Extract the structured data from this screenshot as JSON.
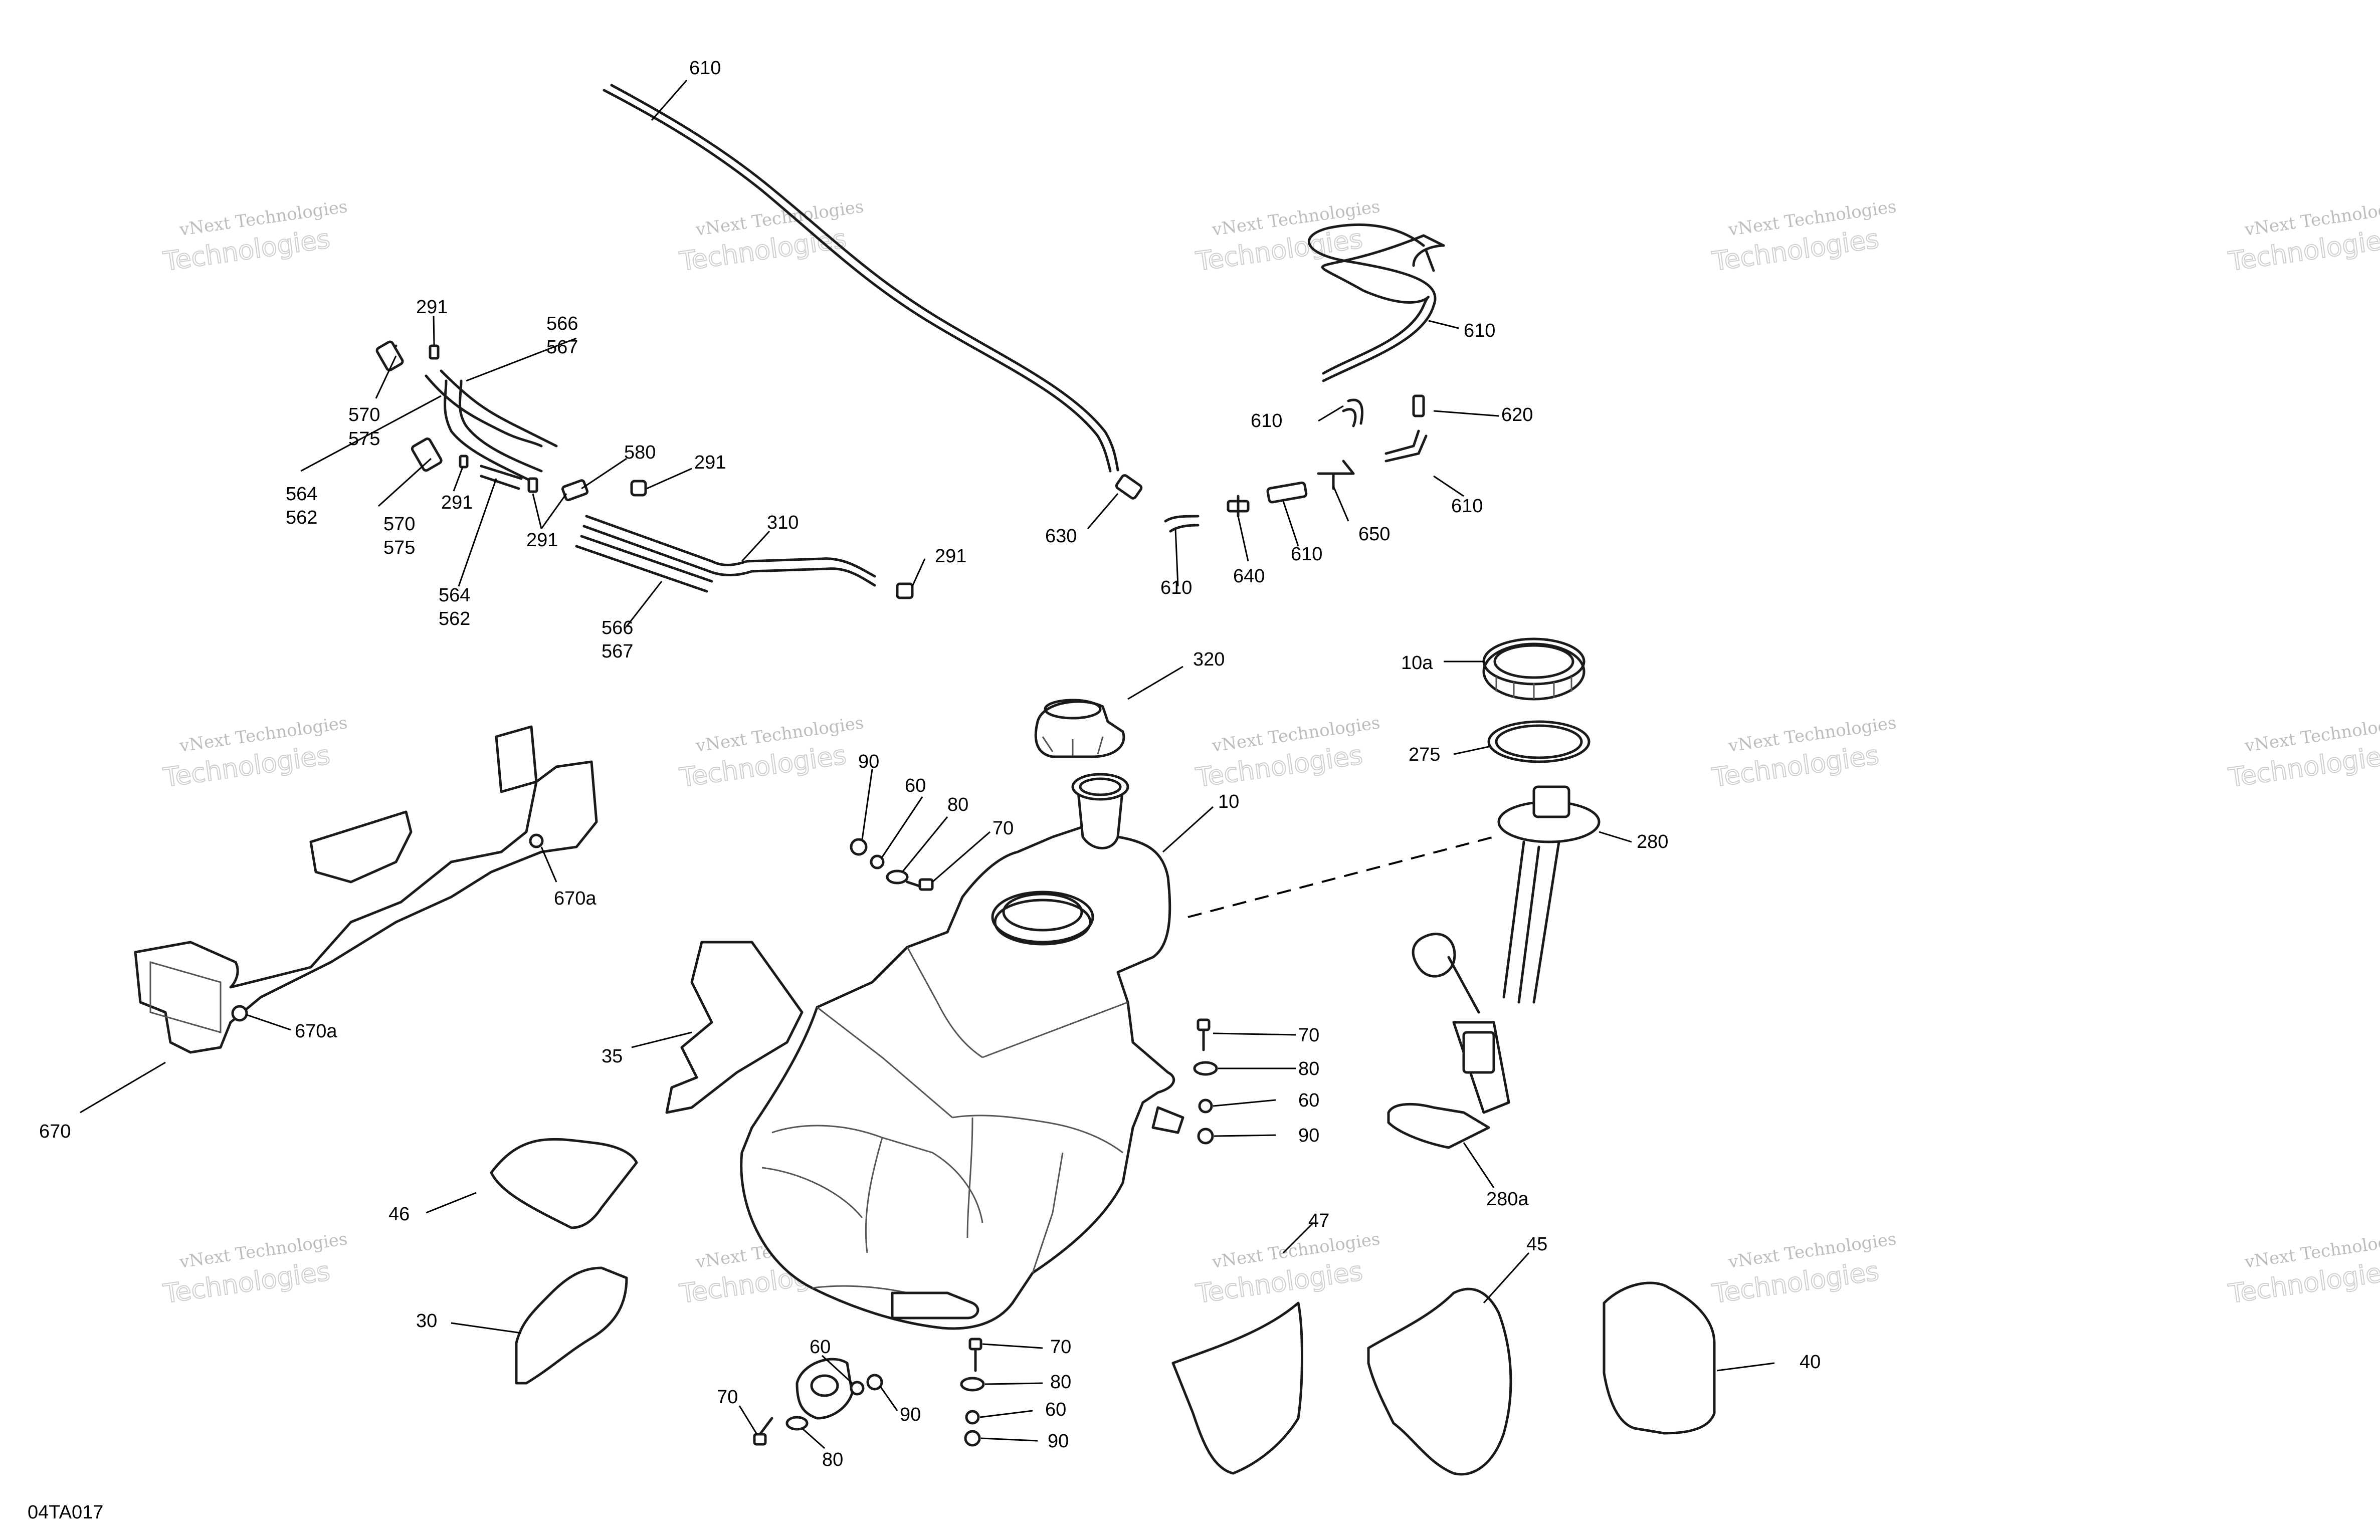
{
  "diagram_code": "04TA017",
  "watermark": {
    "line1": "vNext Technologies",
    "line2": "Technologies"
  },
  "labels": {
    "l610_top": "610",
    "l610_right": "610",
    "l610_mid": "610",
    "l620": "620",
    "l610_r2": "610",
    "l650": "650",
    "l610_b1": "610",
    "l640": "640",
    "l610_b2": "610",
    "l630": "630",
    "l291_a": "291",
    "l566_a": "566",
    "l567_a": "567",
    "l570_a": "570",
    "l575_a": "575",
    "l564_a": "564",
    "l562_a": "562",
    "l570_b": "570",
    "l575_b": "575",
    "l291_b": "291",
    "l580": "580",
    "l291_c": "291",
    "l291_d": "291",
    "l564_b": "564",
    "l562_b": "562",
    "l310": "310",
    "l291_e": "291",
    "l566_b": "566",
    "l567_b": "567",
    "l320": "320",
    "l10a": "10a",
    "l275": "275",
    "l280": "280",
    "l280a": "280a",
    "l10": "10",
    "l90_top": "90",
    "l60_top": "60",
    "l80_top": "80",
    "l70_top": "70",
    "l670a_top": "670a",
    "l670a_bot": "670a",
    "l670": "670",
    "l35": "35",
    "l46": "46",
    "l30": "30",
    "l70_r1": "70",
    "l80_r1": "80",
    "l60_r1": "60",
    "l90_r1": "90",
    "l47": "47",
    "l45": "45",
    "l40": "40",
    "l60_bot": "60",
    "l70_bot": "70",
    "l90_bot": "90",
    "l80_bot": "80",
    "l70_r2": "70",
    "l80_r2": "80",
    "l60_r2": "60",
    "l90_r2": "90"
  }
}
